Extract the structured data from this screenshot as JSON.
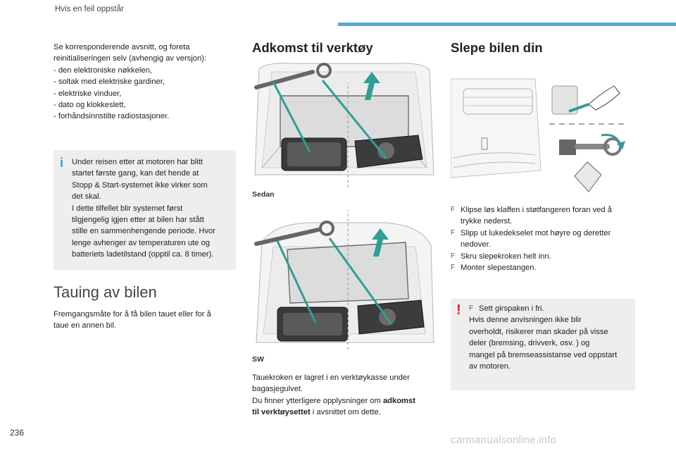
{
  "header": {
    "section_title": "Hvis en feil oppstår"
  },
  "left": {
    "intro": "Se korresponderende avsnitt, og foreta reinitialiseringen selv (avhengig av versjon):",
    "items": [
      "- den elektroniske nøkkelen,",
      "- soltak med elektriske gardiner,",
      "- elektriske vinduer,",
      "- dato og klokkeslett,",
      "- forhåndsinnstilte radiostasjoner."
    ],
    "info_mark": "i",
    "info_lines": [
      "Under reisen etter at motoren har blitt",
      "startet første gang, kan det hende at",
      "Stopp & Start-systemet ikke virker som",
      "det skal.",
      "I dette tilfellet blir systemet først",
      "tilgjengelig igjen etter at bilen har stått",
      "stille en sammenhengende periode. Hvor",
      "lenge avhenger av temperaturen ute og",
      "batteriets ladetilstand (opptil ca. 8 timer)."
    ],
    "tow_title": "Tauing av bilen",
    "tow_text_1": "Fremgangsmåte for å få bilen tauet eller for å",
    "tow_text_2": "taue en annen bil."
  },
  "middle": {
    "title": "Adkomst til verktøy",
    "caption_1": "Sedan",
    "caption_2": "SW",
    "text_1": "Tauekroken er lagret i en verktøykasse under",
    "text_2": "bagasjegulvet.",
    "text_3_pre": "Du finner ytterligere opplysninger om ",
    "text_3_bold": "adkomst",
    "text_4_bold": "til verktøysettet",
    "text_4_post": " i avsnittet om dette."
  },
  "right": {
    "title": "Slepe bilen din",
    "steps": [
      [
        "Klipse løs klaffen i støtfangeren foran ved å",
        "trykke nederst."
      ],
      [
        "Slipp ut lukedekselet mot høyre og deretter",
        "nedover."
      ],
      [
        "Skru slepekroken helt inn."
      ],
      [
        "Monter slepestangen."
      ]
    ],
    "step_flag": "F",
    "warn_mark": "!",
    "warn_flag": "F",
    "warn_lines": [
      "Sett girspaken i fri.",
      "Hvis denne anvisningen ikke blir",
      "overholdt, risikerer man skader på visse",
      "deler (bremsing, drivverk, osv. ) og",
      "mangel på bremseassistanse ved oppstart",
      "av motoren."
    ]
  },
  "footer": {
    "page_number": "236",
    "watermark": "carmanualsonline.info"
  },
  "colors": {
    "accent_blue": "#53a9d9",
    "arrow_teal": "#2f9e96",
    "warn_red": "#e0222b",
    "box_grey": "#eeeeee"
  }
}
